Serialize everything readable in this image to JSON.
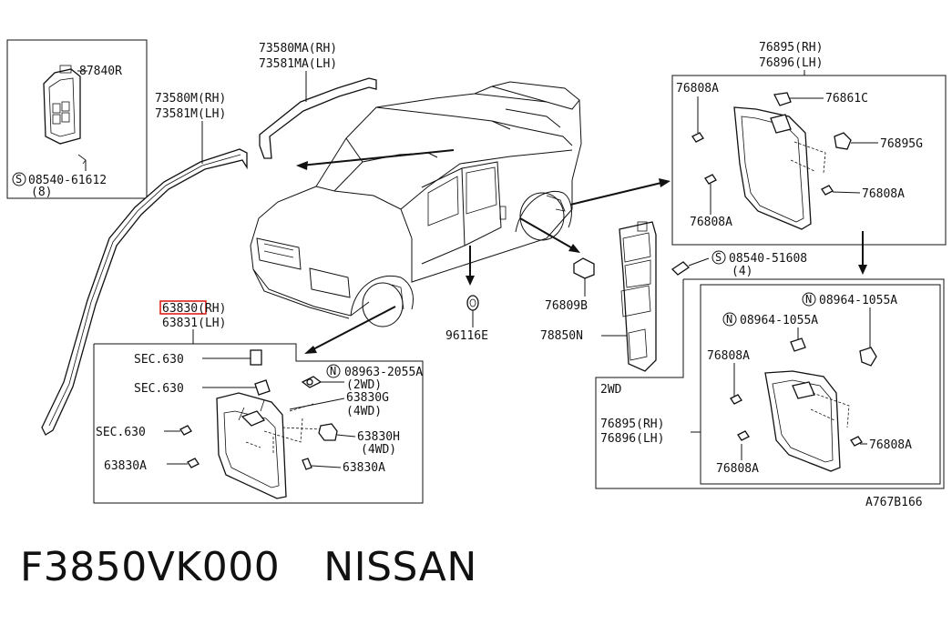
{
  "diagram_code": "A767B166",
  "footer": {
    "part_number": "F3850VK000",
    "brand": "NISSAN"
  },
  "labels": {
    "p87840R": "87840R",
    "s0854061612": "08540-61612",
    "s0854061612_qty": "(8)",
    "s_symbol": "S",
    "n_symbol": "N",
    "p73580MA": "73580MA(RH)",
    "p73581MA": "73581MA(LH)",
    "p73580M": "73580M(RH)",
    "p73581M": "73581M(LH)",
    "p63830": "63830(RH)",
    "p63831": "63831(LH)",
    "sec630_1": "SEC.630",
    "sec630_2": "SEC.630",
    "sec630_3": "SEC.630",
    "n0896320055A": "08963-2055A",
    "n2wd": "(2WD)",
    "p63830G": "63830G",
    "n4wd_1": "(4WD)",
    "p63830H": "63830H",
    "n4wd_2": "(4WD)",
    "p63830A_1": "63830A",
    "p63830A_2": "63830A",
    "p96116E": "96116E",
    "p76809B": "76809B",
    "p78850N": "78850N",
    "p76895": "76895(RH)",
    "p76896": "76896(LH)",
    "p76808A_1": "76808A",
    "p76861C": "76861C",
    "p76895G": "76895G",
    "p76808A_2": "76808A",
    "p76808A_3": "76808A",
    "s0854051608": "08540-51608",
    "s0854051608_qty": "(4)",
    "n089641055A_1": "08964-1055A",
    "n089641055A_2": "08964-1055A",
    "p76808A_4": "76808A",
    "label_2wd": "2WD",
    "p76895_b": "76895(RH)",
    "p76896_b": "76896(LH)",
    "p76808A_5": "76808A",
    "p76808A_6": "76808A"
  }
}
